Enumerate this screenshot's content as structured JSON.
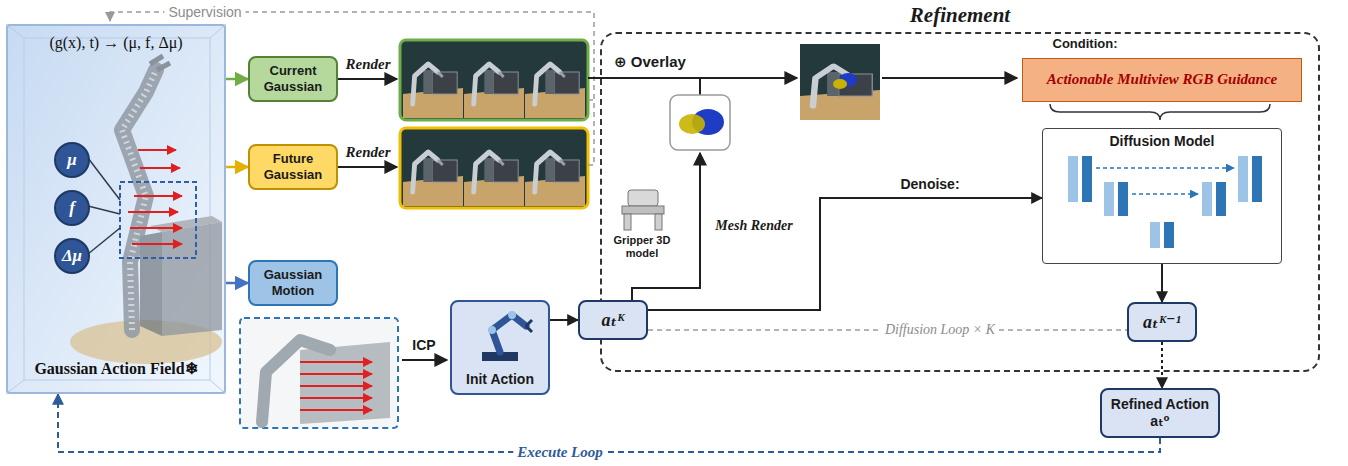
{
  "diagram": {
    "nodes": [
      {
        "text": [
          "(g(x), t) → (μ, f, Δμ)",
          "Gaussian Action Field❄"
        ]
      },
      {
        "text": [
          "μ"
        ],
        "in": 0
      },
      {
        "text": [
          "f"
        ],
        "in": 0
      },
      {
        "text": [
          "Δμ"
        ],
        "in": 0
      },
      {
        "text": [
          "Current Gaussian"
        ]
      },
      {
        "text": [
          "Future Gaussian"
        ]
      },
      {
        "text": [
          "Gaussian Motion"
        ]
      },
      {
        "text": [
          "Init Action"
        ]
      },
      {
        "text": [
          "Refinement"
        ]
      },
      {
        "text": [
          "Actionable Multiview RGB Guidance"
        ],
        "in": 8
      },
      {
        "text": [
          "Diffusion Model"
        ],
        "in": 8
      },
      {
        "text": [
          "aₜᴷ"
        ]
      },
      {
        "text": [
          "aₜᴷ⁻¹"
        ],
        "in": 8
      },
      {
        "text": [
          "Refined Action aₜ⁰"
        ]
      }
    ],
    "edges": [
      {
        "from": 0,
        "to": 4,
        "arrow": "to"
      },
      {
        "from": 0,
        "to": 5,
        "arrow": "to"
      },
      {
        "from": 0,
        "to": 6,
        "arrow": "to"
      },
      {
        "from": 7,
        "to": 11,
        "arrow": "to"
      },
      {
        "from": 11,
        "to": 10,
        "label": "Denoise:",
        "arrow": "to"
      },
      {
        "from": 10,
        "to": 12,
        "arrow": "to"
      },
      {
        "from": 11,
        "to": 12,
        "label": "Diffusion Loop × K",
        "arrow": "none"
      },
      {
        "from": 12,
        "to": 13,
        "arrow": "to"
      },
      {
        "from": 13,
        "to": 0,
        "label": "Execute Loop",
        "arrow": "to"
      }
    ],
    "labels": [
      "Supervision",
      "Render",
      "Render",
      "ICP",
      "⊕ Overlay",
      "Condition:",
      "Gripper 3D model",
      "Mesh Render"
    ]
  }
}
